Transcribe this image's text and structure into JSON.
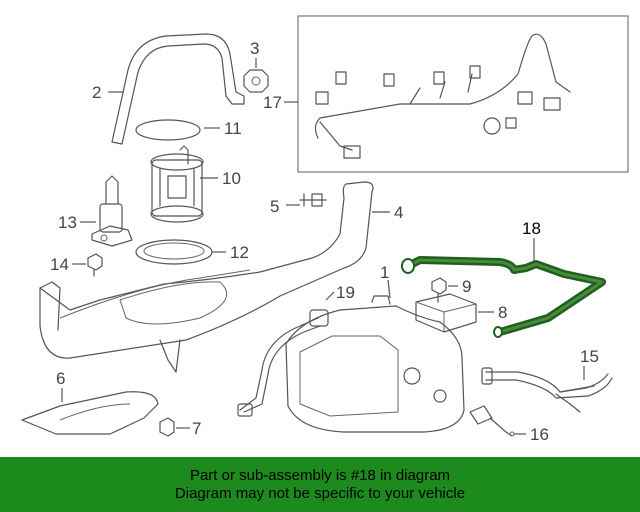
{
  "callouts": {
    "c1": "1",
    "c2": "2",
    "c3": "3",
    "c4": "4",
    "c5": "5",
    "c6": "6",
    "c7": "7",
    "c8": "8",
    "c9": "9",
    "c10": "10",
    "c11": "11",
    "c12": "12",
    "c13": "13",
    "c14": "14",
    "c15": "15",
    "c16": "16",
    "c17": "17",
    "c18": "18",
    "c19": "19"
  },
  "highlighted_part": "18",
  "colors": {
    "highlight_part": "#1f5f1f",
    "banner_bg": "#1d8a1d",
    "banner_text": "#000000"
  },
  "banner": {
    "line1": "Part or sub-assembly is #18 in diagram",
    "line2": "Diagram may not be specific to your vehicle"
  }
}
